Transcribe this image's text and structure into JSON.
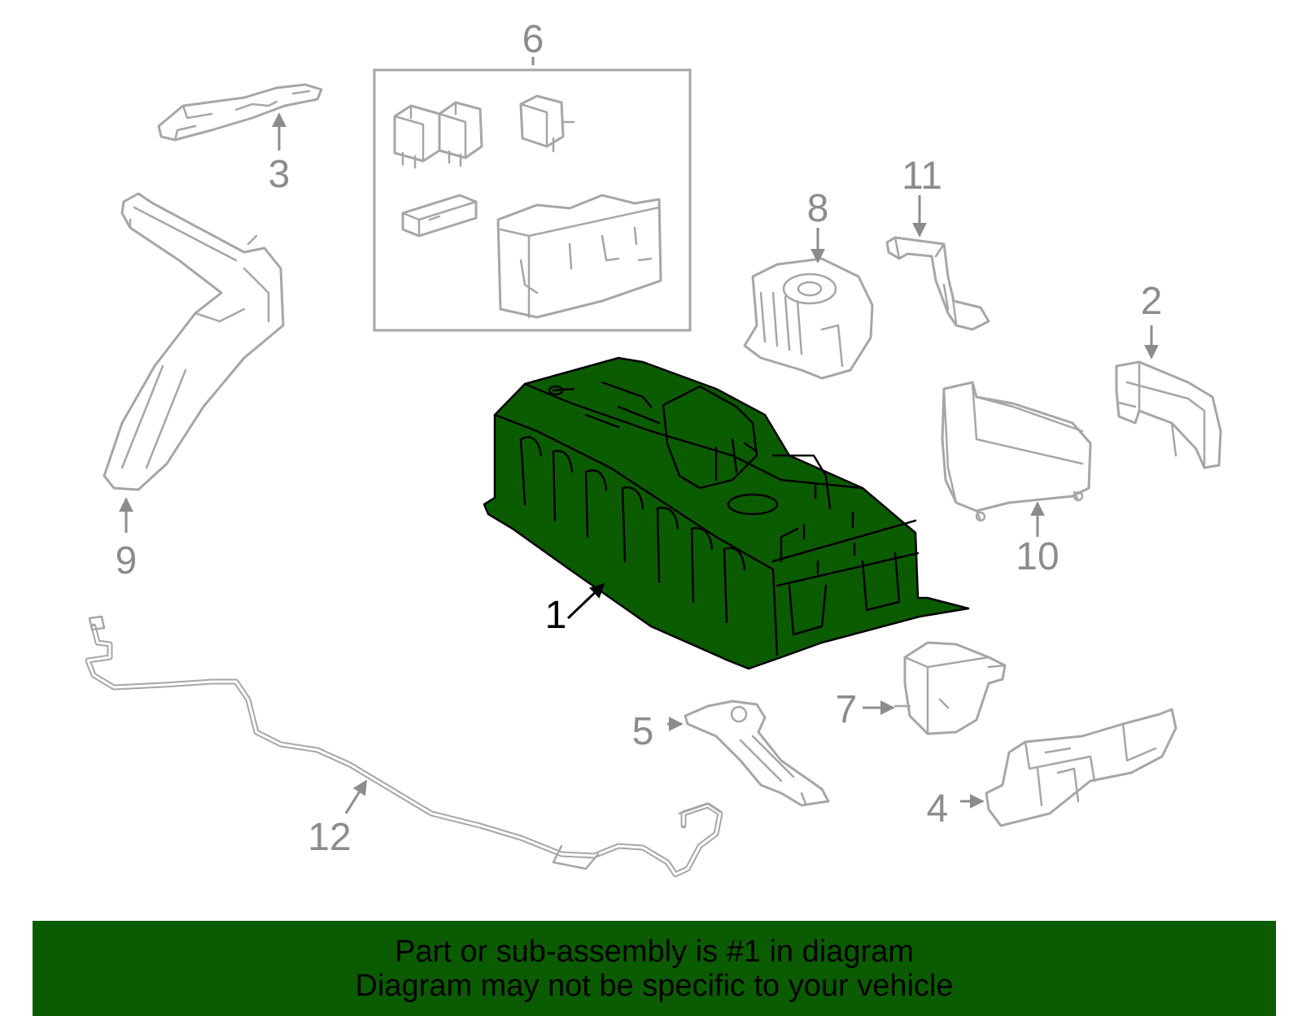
{
  "colors": {
    "highlight": "#0b5c00",
    "part_line": "#a6a6a6",
    "callout_text": "#8c8c8c",
    "highlight_callout_text": "#000000",
    "banner_background": "#0b5c00",
    "banner_text": "#000000"
  },
  "callouts": {
    "c1": "1",
    "c2": "2",
    "c3": "3",
    "c4": "4",
    "c5": "5",
    "c6": "6",
    "c7": "7",
    "c8": "8",
    "c9": "9",
    "c10": "10",
    "c11": "11",
    "c12": "12"
  },
  "highlighted_part": "1",
  "banner": {
    "line1": "Part or sub-assembly is #1 in diagram",
    "line2": "Diagram may not be specific to your vehicle"
  }
}
